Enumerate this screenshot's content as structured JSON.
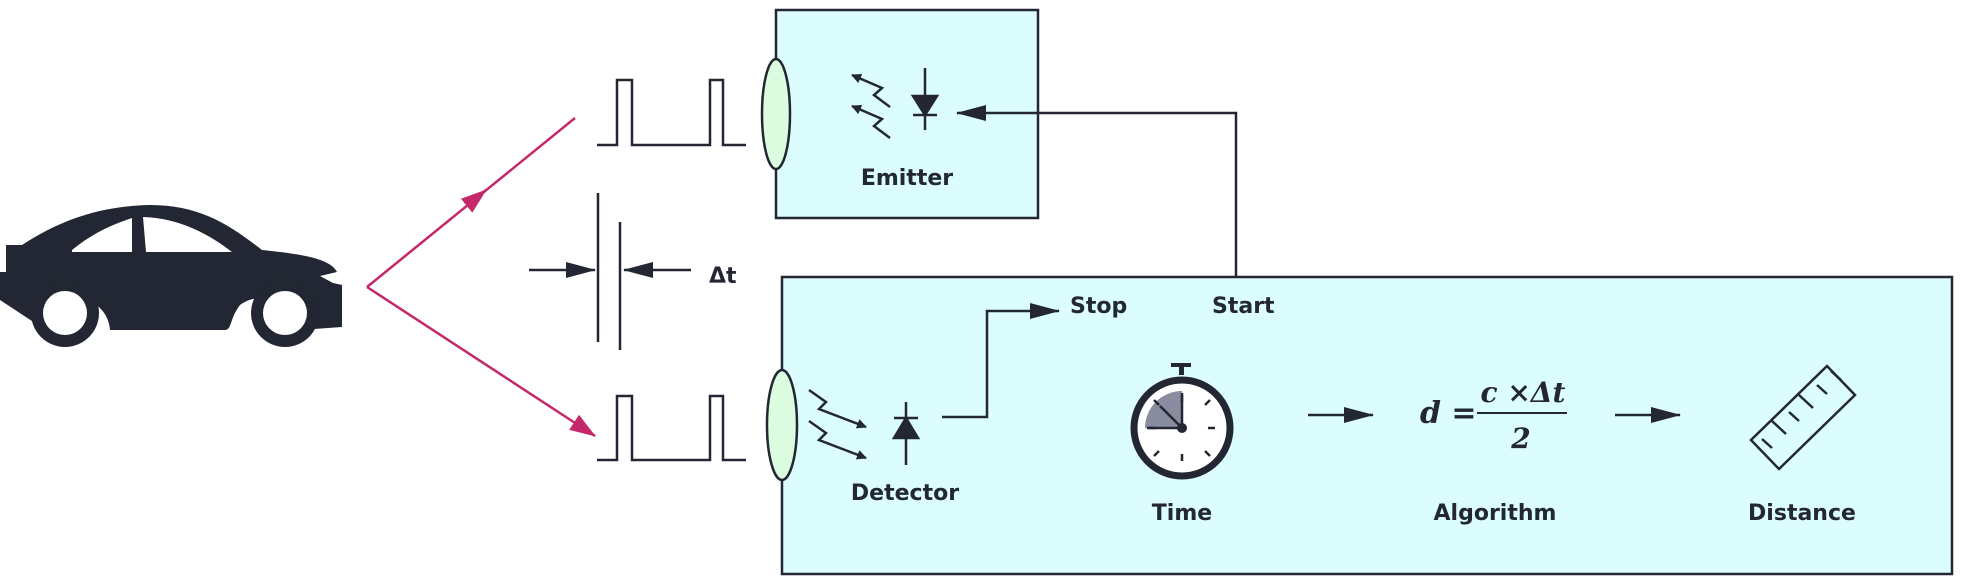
{
  "colors": {
    "box_fill": "#dcfdfd",
    "stroke": "#222733",
    "signal": "#c4286a",
    "lens_fill": "#dcfcdf",
    "clock_face_fill": "#8a8da0"
  },
  "labels": {
    "emitter": "Emitter",
    "detector": "Detector",
    "delta_t": "Δt",
    "stop": "Stop",
    "start": "Start",
    "time": "Time",
    "algorithm": "Algorithm",
    "distance": "Distance"
  },
  "formula": {
    "lhs": "d =",
    "numerator": "c ×Δt",
    "denominator": "2"
  },
  "icons": {
    "vehicle": "car-icon",
    "emitter": "led-icon",
    "detector": "photodiode-icon",
    "time": "stopwatch-icon",
    "distance": "ruler-icon"
  }
}
